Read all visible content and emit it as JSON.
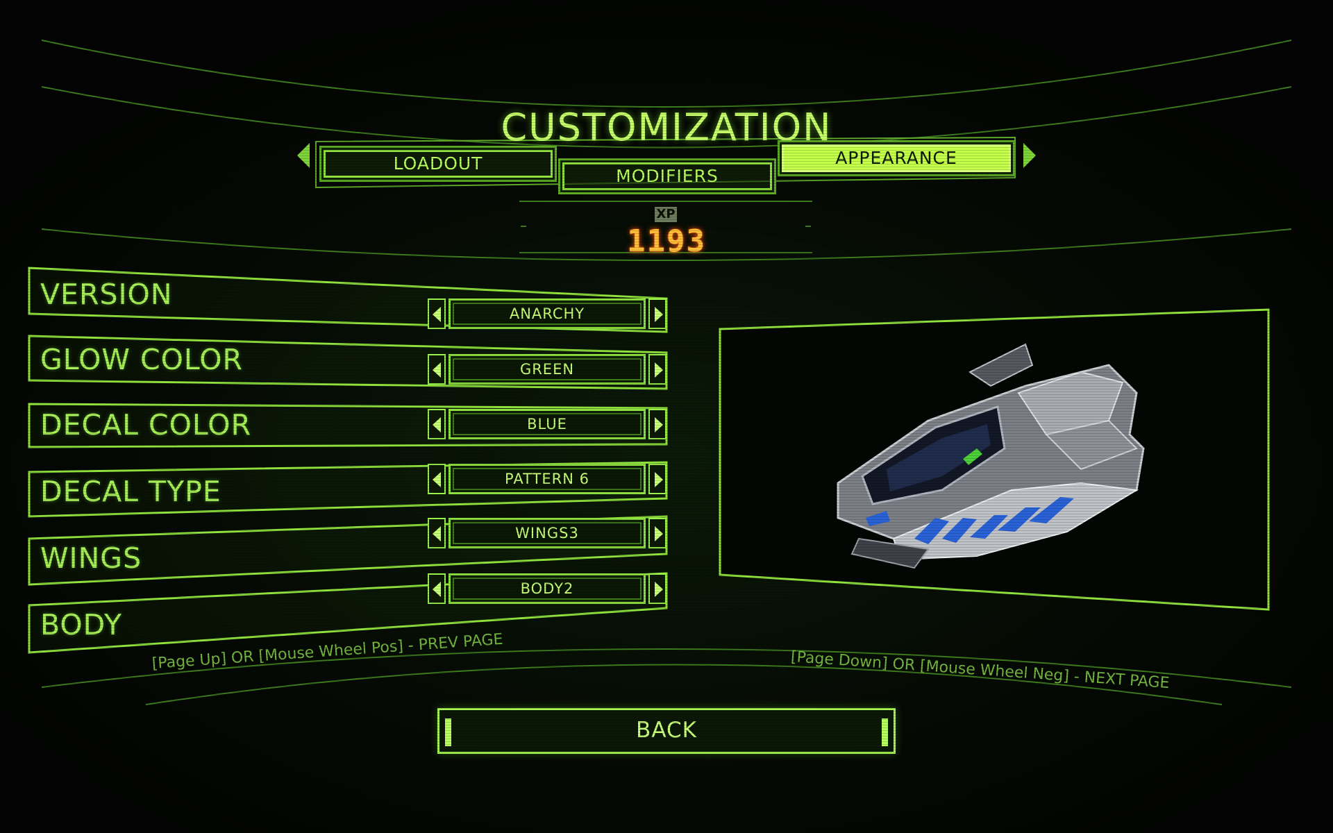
{
  "header": {
    "title": "CUSTOMIZATION",
    "tabs": [
      {
        "label": "LOADOUT",
        "active": false
      },
      {
        "label": "MODIFIERS",
        "active": false
      },
      {
        "label": "APPEARANCE",
        "active": true
      }
    ]
  },
  "xp": {
    "label": "XP",
    "value": "1193"
  },
  "options": [
    {
      "label": "VERSION",
      "value": "ANARCHY"
    },
    {
      "label": "GLOW COLOR",
      "value": "GREEN"
    },
    {
      "label": "DECAL COLOR",
      "value": "BLUE"
    },
    {
      "label": "DECAL TYPE",
      "value": "PATTERN 6"
    },
    {
      "label": "WINGS",
      "value": "WINGS3"
    },
    {
      "label": "BODY",
      "value": "BODY2"
    }
  ],
  "hints": {
    "prev": "[Page Up] OR [Mouse Wheel Pos] - PREV PAGE",
    "next": "[Page Down] OR [Mouse Wheel Neg] - NEXT PAGE"
  },
  "back_label": "BACK",
  "colors": {
    "accent": "#b6ff5c",
    "active_tab": "#c4ff4a",
    "xp": "#ffbf3a",
    "ship_decal": "#2a62d8"
  }
}
